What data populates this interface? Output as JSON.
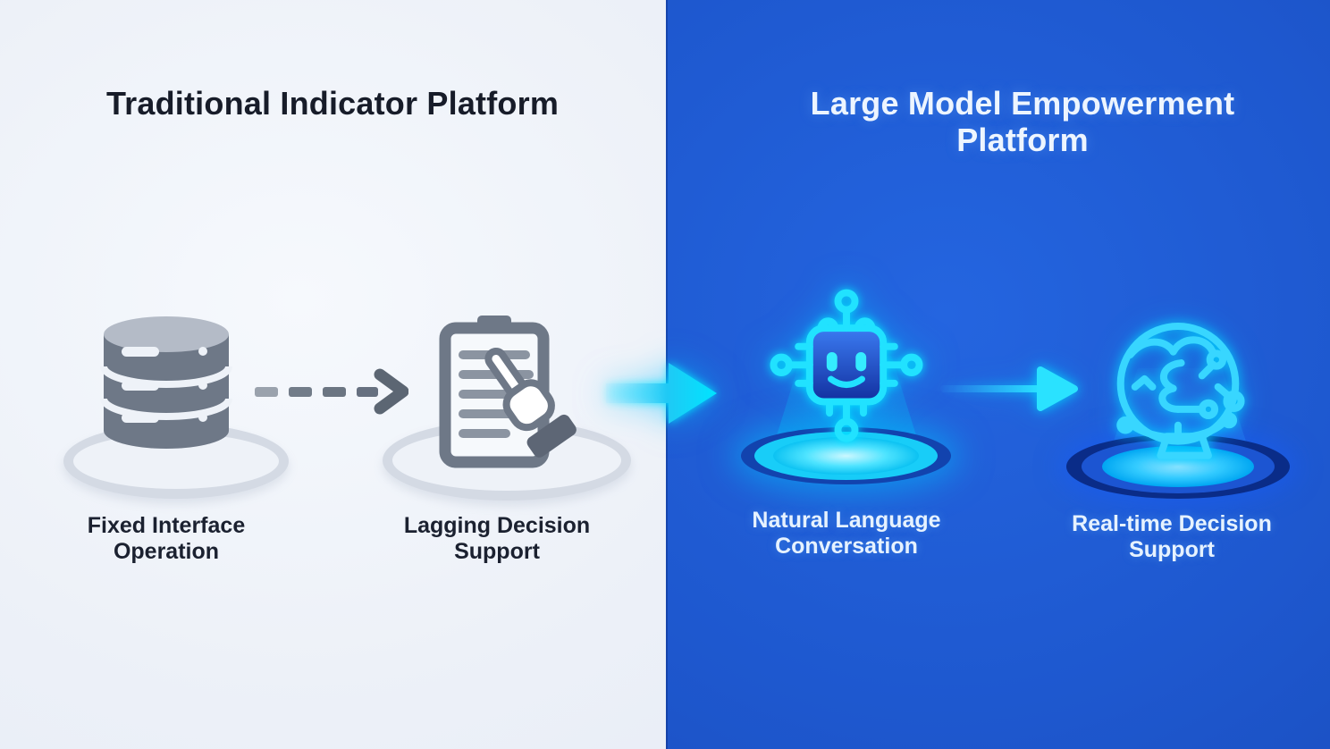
{
  "meta": {
    "kind": "comparison-infographic"
  },
  "left_panel": {
    "title": "Traditional Indicator Platform",
    "background": "#edf1f8",
    "text_color": "#171c29",
    "icon_color": "#6e7887",
    "items": [
      {
        "icon": "database-icon",
        "label": "Fixed Interface Operation"
      },
      {
        "icon": "clipboard-hand-icon",
        "label": "Lagging Decision Support"
      }
    ]
  },
  "right_panel": {
    "title": "Large Model Empowerment Platform",
    "background": "#1e58cf",
    "text_color": "#edf5ff",
    "glow_color": "#00dcff",
    "items": [
      {
        "icon": "ai-chip-robot-icon",
        "label": "Natural Language Conversation"
      },
      {
        "icon": "ai-brain-globe-icon",
        "label": "Real-time Decision Support"
      }
    ]
  },
  "connectors": {
    "left_internal": {
      "icon": "dashed-arrow-icon",
      "color": "#6a7480"
    },
    "transition": {
      "icon": "transition-arrow-icon",
      "color": "#00d9ff"
    },
    "right_internal": {
      "icon": "flow-arrow-icon",
      "color": "#2ae2ff"
    }
  }
}
